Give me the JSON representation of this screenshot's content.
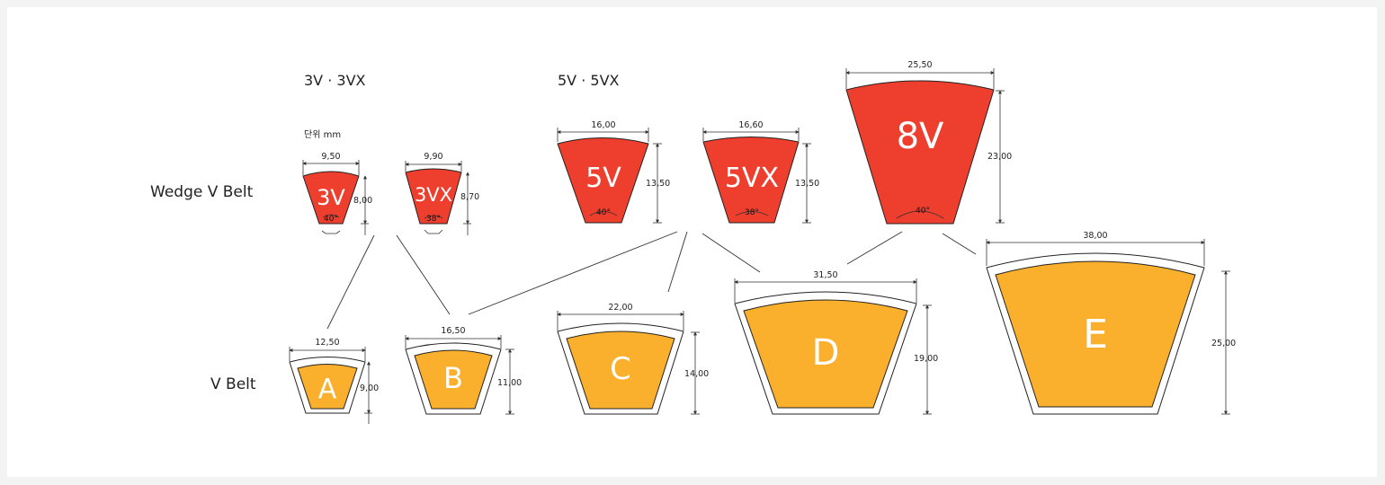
{
  "headings": {
    "group_3v": "3V · 3VX",
    "group_5v": "5V · 5VX",
    "unit": "단위 mm"
  },
  "rows": {
    "wedge": "Wedge V Belt",
    "vbelt": "V Belt"
  },
  "colors": {
    "wedge_fill": "#ee3e2d",
    "v_fill": "#fbb02d",
    "outline": "#222222"
  },
  "wedge_belts": [
    {
      "name": "3V",
      "top_width": "9,50",
      "height": "8,00",
      "angle": "40°"
    },
    {
      "name": "3VX",
      "top_width": "9,90",
      "height": "8,70",
      "angle": "38°"
    },
    {
      "name": "5V",
      "top_width": "16,00",
      "height": "13,50",
      "angle": "40°"
    },
    {
      "name": "5VX",
      "top_width": "16,60",
      "height": "13,50",
      "angle": "38°"
    },
    {
      "name": "8V",
      "top_width": "25,50",
      "height": "23,00",
      "angle": "40°"
    }
  ],
  "v_belts": [
    {
      "name": "A",
      "top_width": "12,50",
      "height": "9,00"
    },
    {
      "name": "B",
      "top_width": "16,50",
      "height": "11,00"
    },
    {
      "name": "C",
      "top_width": "22,00",
      "height": "14,00"
    },
    {
      "name": "D",
      "top_width": "31,50",
      "height": "19,00"
    },
    {
      "name": "E",
      "top_width": "38,00",
      "height": "25,00"
    }
  ]
}
